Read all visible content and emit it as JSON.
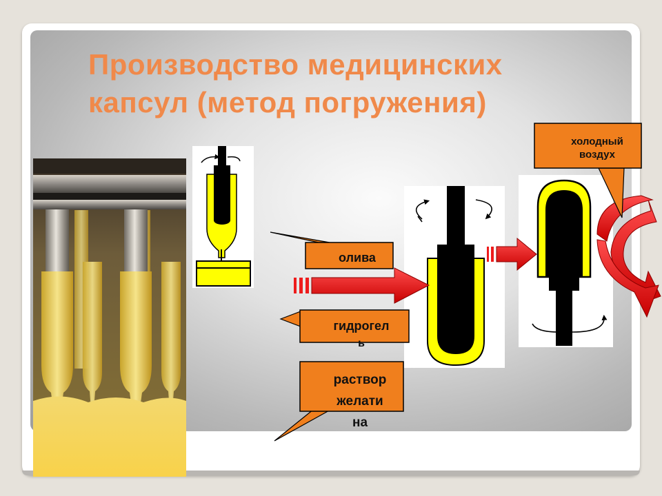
{
  "slide": {
    "title_line1": "Производство медицинских",
    "title_line2": "капсул (метод погружения)"
  },
  "labels": {
    "cold_air_line1": "холодный",
    "cold_air_line2": "воздух",
    "oliva": "олива",
    "hydrogel_line1": "гидрогел",
    "hydrogel_line2": "ь",
    "gelatin_line1": "раствор",
    "gelatin_line2": "желати",
    "gelatin_line3": "на"
  },
  "colors": {
    "title": "#f0894a",
    "callout_fill": "#f07f1d",
    "arrow_red": "#ee1c1c",
    "capsule_yellow": "#ffff00",
    "pin_black": "#000000"
  }
}
